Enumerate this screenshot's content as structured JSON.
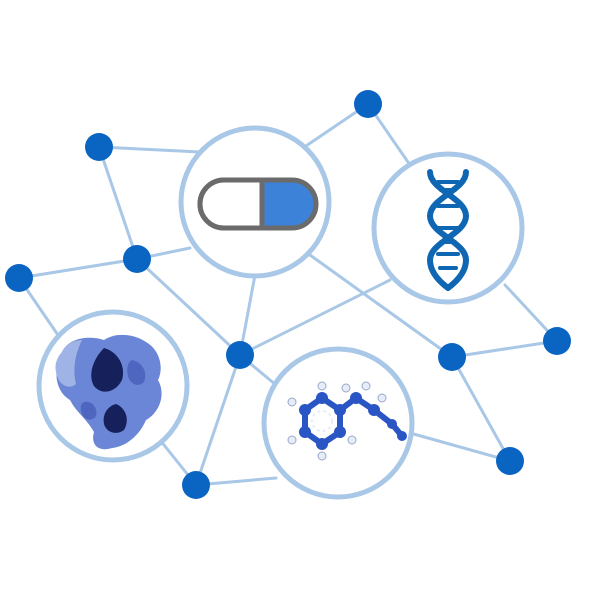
{
  "diagram": {
    "background_color": "#ffffff",
    "edge_color": "#a9c7e6",
    "node_color": "#0a64c2",
    "hub_border_color": "#a9c7e6",
    "hubs": [
      {
        "id": "pill",
        "icon": "capsule-icon",
        "colors": {
          "left_half": "#ffffff",
          "right_half": "#3b82d8",
          "outline": "#6b6b6b"
        }
      },
      {
        "id": "dna",
        "icon": "dna-helix-icon",
        "colors": {
          "strand": "#0f66b3"
        }
      },
      {
        "id": "protein",
        "icon": "protein-structure-icon",
        "colors": {
          "main": "#6b86d6",
          "dark": "#16205a",
          "shade": "#9fb3e6"
        }
      },
      {
        "id": "molecule",
        "icon": "molecule-ball-stick-icon",
        "colors": {
          "carbon": "#2a55c4",
          "hydrogen": "#e6ecf8",
          "bond": "#2a55c4"
        }
      }
    ]
  }
}
